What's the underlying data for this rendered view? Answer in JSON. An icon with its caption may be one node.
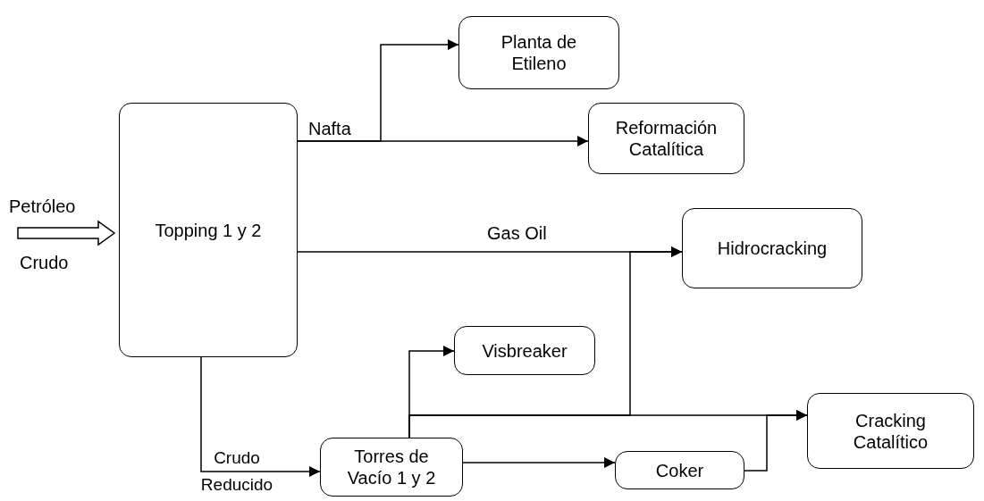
{
  "diagram": {
    "nodes": [
      {
        "text": [
          "Topping 1 y 2"
        ]
      },
      {
        "text": [
          "Planta de Etileno"
        ]
      },
      {
        "text": [
          "Reformación Catalítica"
        ]
      },
      {
        "text": [
          "Hidrocracking"
        ]
      },
      {
        "text": [
          "Visbreaker"
        ]
      },
      {
        "text": [
          "Torres de Vacío 1 y 2"
        ]
      },
      {
        "text": [
          "Coker"
        ]
      },
      {
        "text": [
          "Cracking Catalítico"
        ]
      }
    ],
    "edges": [
      {
        "from": null,
        "to": 0,
        "arrow": "to",
        "style": "thick"
      },
      {
        "from": 0,
        "to": 1,
        "arrow": "to"
      },
      {
        "from": 0,
        "to": 2,
        "arrow": "to",
        "label": "Nafta"
      },
      {
        "from": 0,
        "to": 3,
        "arrow": "to",
        "label": "Gas Oil"
      },
      {
        "from": 0,
        "to": 5,
        "arrow": "to",
        "label": "Crudo Reducido"
      },
      {
        "from": 5,
        "to": 4,
        "arrow": "to"
      },
      {
        "from": 5,
        "to": 3,
        "arrow": "to"
      },
      {
        "from": 5,
        "to": 7,
        "arrow": "to"
      },
      {
        "from": 5,
        "to": 6,
        "arrow": "to"
      },
      {
        "from": 6,
        "to": 7,
        "arrow": "to"
      }
    ],
    "labels": [
      "Petróleo",
      "Crudo"
    ]
  }
}
